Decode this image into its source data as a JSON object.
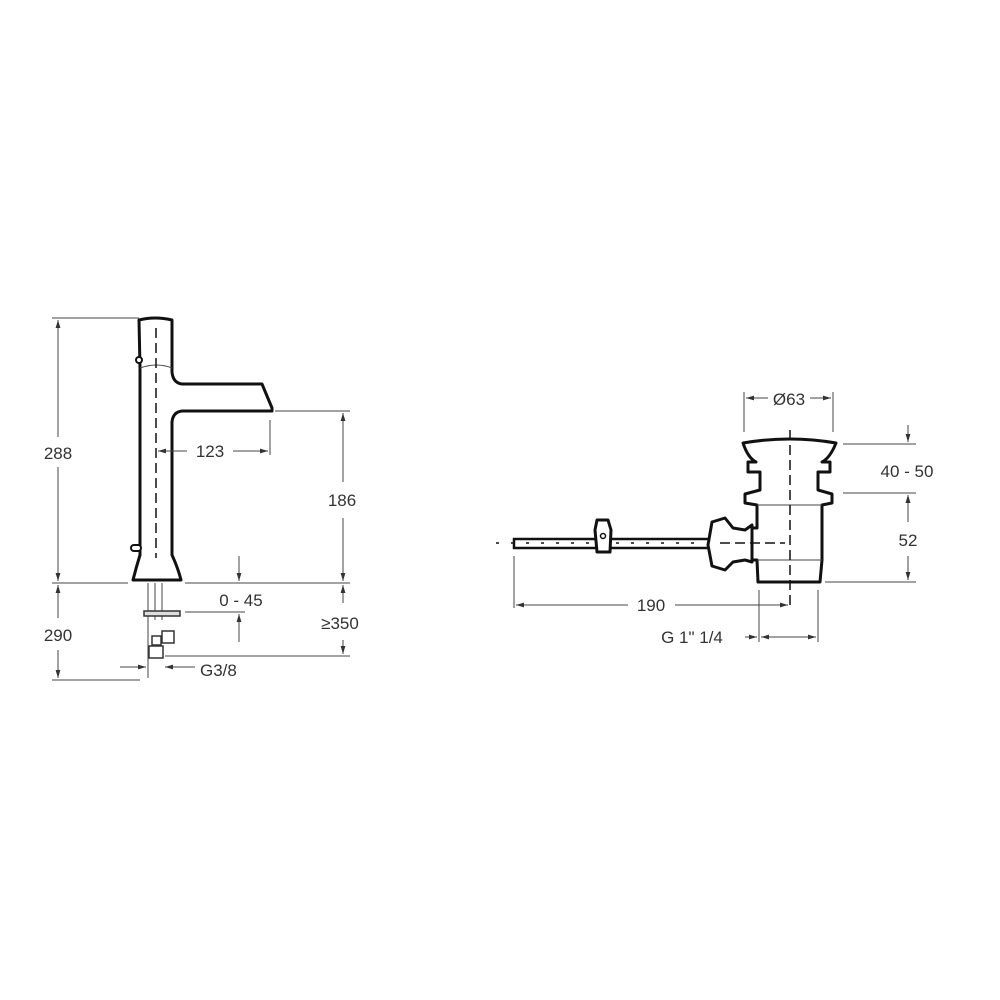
{
  "faucet": {
    "height_total": "288",
    "spout_reach": "123",
    "spout_height": "186",
    "deck_thickness": "0 - 45",
    "hose_length": "≥350",
    "below_deck": "290",
    "connection": "G3/8"
  },
  "drain": {
    "diameter": "Ø63",
    "adjust_range": "40 - 50",
    "body_height": "52",
    "rod_length": "190",
    "thread": "G 1\" 1/4"
  }
}
